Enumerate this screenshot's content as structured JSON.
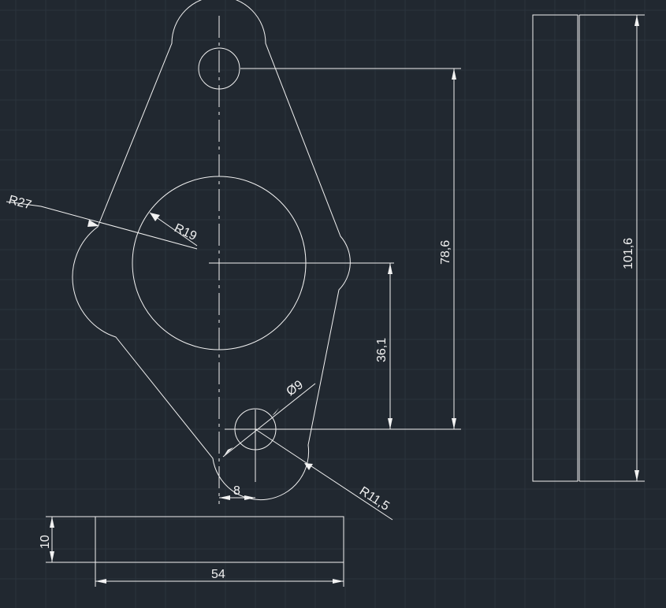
{
  "drawing": {
    "colors": {
      "background": "#212830",
      "grid": "#2b333d",
      "lines": "#f2f2f2"
    },
    "dimensions": {
      "radius_outer_left": "R27",
      "radius_hole_large": "R19",
      "radius_bottom_boss": "R11,5",
      "diameter_small_hole": "Ø9",
      "vertical_center_to_bottom_hole": "36,1",
      "vertical_top_to_bottom_hole": "78,6",
      "side_view_height": "101,6",
      "bottom_hole_offset": "8",
      "base_thickness": "10",
      "base_width": "54"
    }
  }
}
